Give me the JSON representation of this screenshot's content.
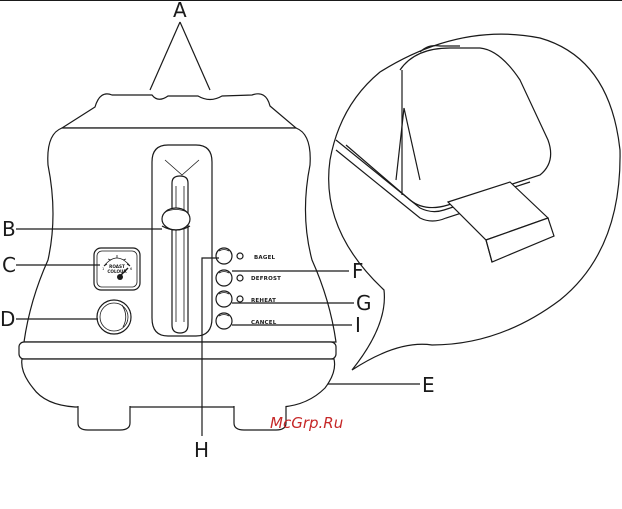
{
  "callouts": {
    "a": "A",
    "b": "B",
    "c": "C",
    "d": "D",
    "e": "E",
    "f": "F",
    "g": "G",
    "h": "H",
    "i": "I"
  },
  "buttons": {
    "bagel": "BAGEL",
    "defrost": "DEFROST",
    "reheat": "REHEAT",
    "cancel": "CANCEL"
  },
  "dial": {
    "line1": "ROAST",
    "line2": "COLOUR",
    "min": "1",
    "max": "6"
  },
  "watermark": "McGrp.Ru"
}
